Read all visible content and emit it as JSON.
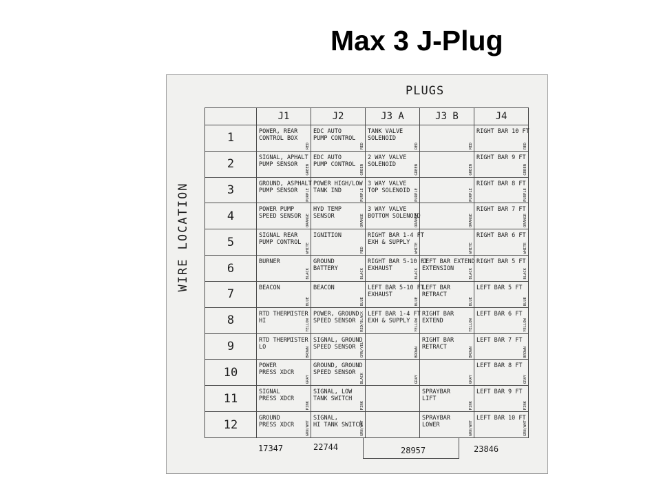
{
  "title": "Max 3 J-Plug",
  "plugs_label": "PLUGS",
  "wire_location_label": "WIRE LOCATION",
  "columns": [
    "J1",
    "J2",
    "J3 A",
    "J3 B",
    "J4"
  ],
  "rows": [
    {
      "num": "1",
      "cells": [
        {
          "t": "POWER, REAR\nCONTROL BOX",
          "c": "RED"
        },
        {
          "t": "EDC AUTO\nPUMP CONTROL",
          "c": "RED"
        },
        {
          "t": "TANK VALVE\nSOLENOID",
          "c": "RED"
        },
        {
          "t": "",
          "c": "RED"
        },
        {
          "t": "RIGHT BAR 10 FT",
          "c": "RED"
        }
      ]
    },
    {
      "num": "2",
      "cells": [
        {
          "t": "SIGNAL, APHALT\nPUMP SENSOR",
          "c": "GREEN"
        },
        {
          "t": "EDC AUTO\nPUMP CONTROL",
          "c": "GREEN"
        },
        {
          "t": "2 WAY VALVE\nSOLENOID",
          "c": "GREEN"
        },
        {
          "t": "",
          "c": "GREEN"
        },
        {
          "t": "RIGHT BAR 9 FT",
          "c": "GREEN"
        }
      ]
    },
    {
      "num": "3",
      "cells": [
        {
          "t": "GROUND, ASPHALT\nPUMP SENSOR",
          "c": "PURPLE"
        },
        {
          "t": "POWER HIGH/LOW\nTANK IND",
          "c": "PURPLE"
        },
        {
          "t": "3 WAY VALVE\nTOP SOLENOID",
          "c": "PURPLE"
        },
        {
          "t": "",
          "c": "PURPLE"
        },
        {
          "t": "RIGHT BAR 8 FT",
          "c": "PURPLE"
        }
      ]
    },
    {
      "num": "4",
      "cells": [
        {
          "t": "POWER PUMP\nSPEED SENSOR",
          "c": "ORANGE"
        },
        {
          "t": "HYD TEMP\nSENSOR",
          "c": "ORANGE"
        },
        {
          "t": "3 WAY VALVE\nBOTTOM SOLENOID",
          "c": "ORANGE"
        },
        {
          "t": "",
          "c": "ORANGE"
        },
        {
          "t": "RIGHT BAR 7 FT",
          "c": "ORANGE"
        }
      ]
    },
    {
      "num": "5",
      "cells": [
        {
          "t": "SIGNAL REAR\nPUMP CONTROL",
          "c": "WHITE"
        },
        {
          "t": "IGNITION",
          "c": "RED"
        },
        {
          "t": "RIGHT BAR 1-4 FT\nEXH & SUPPLY",
          "c": "WHITE"
        },
        {
          "t": "",
          "c": "WHITE"
        },
        {
          "t": "RIGHT BAR 6 FT",
          "c": "WHITE"
        }
      ]
    },
    {
      "num": "6",
      "cells": [
        {
          "t": "BURNER",
          "c": "BLACK"
        },
        {
          "t": "GROUND\nBATTERY",
          "c": "BLACK"
        },
        {
          "t": "RIGHT BAR 5-10 FT\nEXHAUST",
          "c": "BLACK"
        },
        {
          "t": "LEFT BAR EXTEND\nEXTENSION",
          "c": "BLACK"
        },
        {
          "t": "RIGHT BAR 5 FT",
          "c": "BLACK"
        }
      ]
    },
    {
      "num": "7",
      "cells": [
        {
          "t": "BEACON",
          "c": "BLUE"
        },
        {
          "t": "BEACON",
          "c": "BLUE"
        },
        {
          "t": "LEFT BAR 5-10 FT\nEXHAUST",
          "c": "BLUE"
        },
        {
          "t": "LEFT BAR\nRETRACT",
          "c": "BLUE"
        },
        {
          "t": "LEFT BAR 5 FT",
          "c": "BLUE"
        }
      ]
    },
    {
      "num": "8",
      "cells": [
        {
          "t": "RTD THERMISTER\nHI",
          "c": "YELLOW"
        },
        {
          "t": "POWER, GROUND\nSPEED SENSOR",
          "c": "RED/BLACK"
        },
        {
          "t": "LEFT BAR 1-4 FT\nEXH & SUPPLY",
          "c": "YELLOW"
        },
        {
          "t": "RIGHT BAR\nEXTEND",
          "c": "YELLOW"
        },
        {
          "t": "LEFT BAR 6 FT",
          "c": "YELLOW"
        }
      ]
    },
    {
      "num": "9",
      "cells": [
        {
          "t": "RTD THERMISTER\nLO",
          "c": "BROWN"
        },
        {
          "t": "SIGNAL, GROUND\nSPEED SENSOR",
          "c": "GRN/YEL"
        },
        {
          "t": "",
          "c": "BROWN"
        },
        {
          "t": "RIGHT BAR\nRETRACT",
          "c": "BROWN"
        },
        {
          "t": "LEFT BAR 7 FT",
          "c": "BROWN"
        }
      ]
    },
    {
      "num": "10",
      "cells": [
        {
          "t": "POWER\nPRESS XDCR",
          "c": "GRAY"
        },
        {
          "t": "GROUND, GROUND\nSPEED SENSOR",
          "c": "BLACK"
        },
        {
          "t": "",
          "c": "GRAY"
        },
        {
          "t": "",
          "c": "GRAY"
        },
        {
          "t": "LEFT BAR 8 FT",
          "c": "GRAY"
        }
      ]
    },
    {
      "num": "11",
      "cells": [
        {
          "t": "SIGNAL\nPRESS XDCR",
          "c": "PINK"
        },
        {
          "t": "SIGNAL, LOW\nTANK SWITCH",
          "c": "PINK"
        },
        {
          "t": "",
          "c": ""
        },
        {
          "t": "SPRAYBAR\nLIFT",
          "c": "PINK"
        },
        {
          "t": "LEFT BAR 9 FT",
          "c": "PINK"
        }
      ]
    },
    {
      "num": "12",
      "cells": [
        {
          "t": "GROUND\nPRESS XDCR",
          "c": "GRN/WHT"
        },
        {
          "t": "SIGNAL,\nHI TANK SWITCH",
          "c": "GRN/WHT"
        },
        {
          "t": "",
          "c": ""
        },
        {
          "t": "SPRAYBAR\nLOWER",
          "c": "GRN/WHT"
        },
        {
          "t": "LEFT BAR 10 FT",
          "c": "GRN/WHT"
        }
      ]
    }
  ],
  "part_numbers": {
    "j1": "17347",
    "j2": "22744",
    "j3": "28957",
    "j4": "23846"
  }
}
